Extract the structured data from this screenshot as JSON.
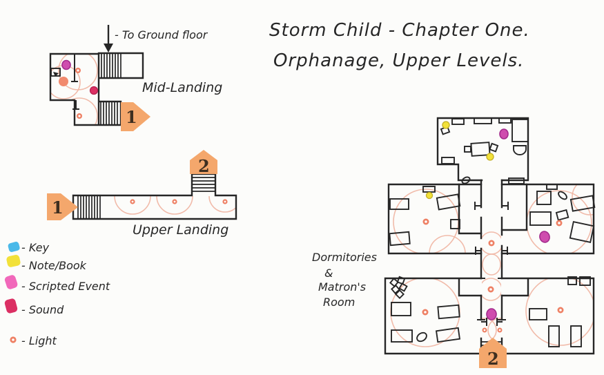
{
  "title": {
    "line1": "Storm Child - Chapter One.",
    "line2": "Orphanage, Upper Levels."
  },
  "mid_landing": {
    "label": "Mid-Landing",
    "ground_note": "- To Ground floor",
    "exit_marker": "1"
  },
  "upper_landing": {
    "label": "Upper Landing",
    "west_marker": "1",
    "stairs_up_marker": "2"
  },
  "dormitories": {
    "label_lines": [
      "Dormitories",
      "&",
      "Matron's",
      "Room"
    ],
    "stairs_down_marker": "2"
  },
  "legend": {
    "items": [
      {
        "id": "key",
        "label": "- Key"
      },
      {
        "id": "note-book",
        "label": "- Note/Book"
      },
      {
        "id": "scripted-event",
        "label": "- Scripted Event"
      },
      {
        "id": "sound",
        "label": "- Sound"
      },
      {
        "id": "light",
        "label": "- Light"
      }
    ]
  },
  "colors": {
    "ink": "#262626",
    "paper": "#fcfcfa",
    "orange": "#f4a76c",
    "num": "#3f2f20",
    "light": "#ee8064",
    "peach": "#efb4a1",
    "key": "#4ab9e9",
    "note": "#f2e139",
    "note_stroke": "#c2ae25",
    "scripted": "#f168ba",
    "event": "#cf4cae",
    "event_stroke": "#a32a8c",
    "sound": "#db2f63",
    "sound_stroke": "#b21f4d",
    "salmon": "#f18a6e"
  }
}
